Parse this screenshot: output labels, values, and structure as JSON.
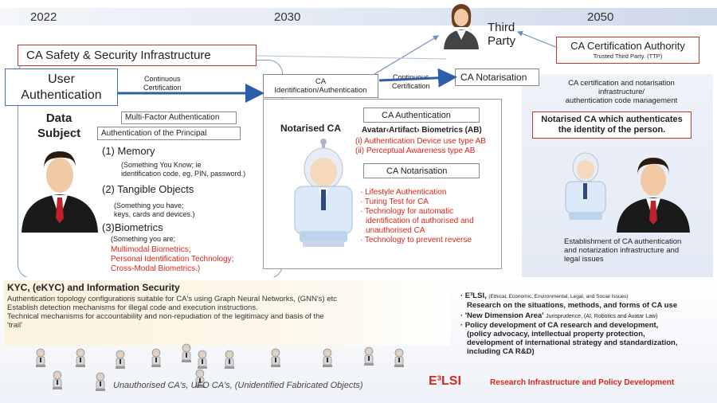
{
  "years": [
    "2022",
    "2030",
    "2050"
  ],
  "third_party": [
    "Third",
    "Party"
  ],
  "ca_cert_authority": {
    "title": "CA Certification Authority",
    "subtitle": "Trusted Third Party. (TTP)"
  },
  "infra_title": "CA Safety & Security Infrastructure",
  "user_auth": [
    "User",
    "Authentication"
  ],
  "continuous_cert_1": [
    "Continuous",
    "Certification"
  ],
  "continuous_cert_2": [
    "Continuous",
    "Certification"
  ],
  "ca_ident": [
    "CA",
    "Identification/Authentication"
  ],
  "ca_notarisation_box": "CA Notarisation",
  "data_subject": [
    "Data",
    "Subject"
  ],
  "mfa": "Multi-Factor Authentication",
  "auth_principal": "Authentication of the Principal",
  "memory": {
    "title": "(1)  Memory",
    "desc": [
      "(Something You Know; ie",
      "identification code, eg, PIN, password.)"
    ]
  },
  "tangible": {
    "title": "(2)  Tangible Objects",
    "desc": [
      "(Something you have;",
      "keys, cards and devices.)"
    ]
  },
  "biometrics": {
    "title": "(3)Biometrics",
    "desc": "(Something you are;",
    "red": [
      "Multimodal Biometrics;",
      "Personal Identification Technology;",
      "Cross-Modal Biometrics.)"
    ]
  },
  "notarised_ca": "Notarised CA",
  "ca_authentication": "CA Authentication",
  "avatar_ab": "Avatar‹Artifact› Biometrics (AB)",
  "ab_types": [
    "(i) Authentication Device use type AB",
    "(ii) Perceptual Awareness type AB"
  ],
  "ca_notarisation_sub": "CA Notarisation",
  "notarisation_items": [
    "· Lifestyle Authentication",
    "· Turing Test for CA",
    "· Technology for automatic",
    "  identification of authorised and",
    "  unauthorised CA",
    "· Technology to prevent reverse"
  ],
  "right_panel": {
    "header": [
      "CA certification and notarisation",
      "infrastructure/",
      "authentication code management"
    ],
    "notarised_box": [
      "Notarised CA which authenticates",
      "the identity of the person."
    ],
    "footer": [
      "Establishment of CA authentication",
      "and notarization infrastructure and",
      "legal issues"
    ]
  },
  "kyc": {
    "title": "KYC, (eKYC) and Information Security",
    "lines": [
      "Authentication topology configurations suitable for CA's using Graph Neural Networks, (GNN's) etc",
      "Establish detection mechanisms for illegal code and execution instructions.",
      "Technical mechanisms for accountability and non-repudiation of the legitimacy and basis of the",
      "'trail'"
    ]
  },
  "e3lsi": {
    "b1": "· E³LSI, ",
    "b1_small": "(Ethical, Economic, Environmental, Legal, and Social Issues)",
    "b1_line2": "Research on the situations, methods, and forms of CA use",
    "b2": "· 'New Dimension Area' ",
    "b2_small": "Jurisprudence, (AI, Robotics and Avatar Law)",
    "b3": [
      "· Policy development of CA research and development,",
      "  (policy advocacy, intellectual property protection,",
      "  development of international strategy and standardization,",
      "  including CA R&D)"
    ]
  },
  "unauthorised": "Unauthorised CA's, UFO CA's, (Unidentified Fabricated Objects)",
  "e3lsi_logo": "E³LSI",
  "research_infra": "Research Infrastructure and Policy Development",
  "colors": {
    "red": "#d9261c",
    "blue": "#3a6fb0",
    "suit": "#1a1a1a",
    "tie": "#c0202a",
    "skin": "#f1c9a5"
  }
}
